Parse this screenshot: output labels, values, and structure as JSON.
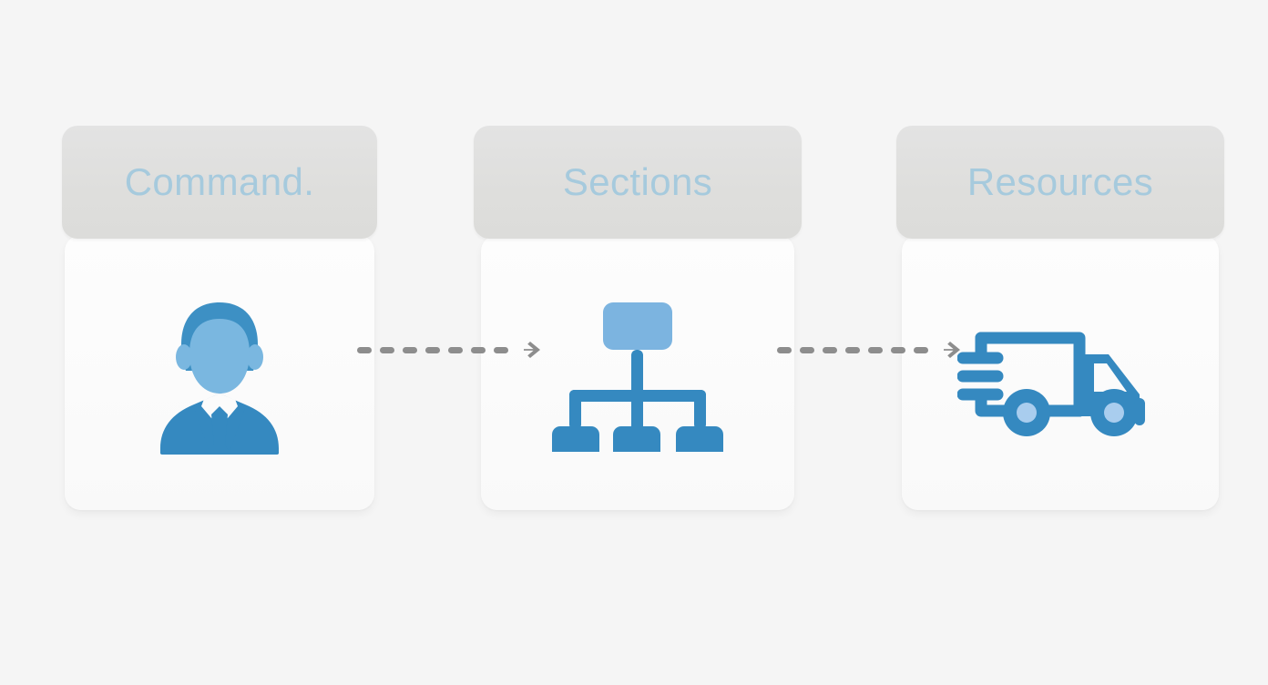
{
  "background_color": "#f5f5f5",
  "theme": {
    "header_bg": "#e1e1df",
    "body_bg": "#fbfbfb",
    "title_color": "#a6cadd",
    "icon_blue_dark": "#3589c0",
    "icon_blue_light": "#7cb4e0",
    "connector_gray": "#8d8d8d"
  },
  "cards": [
    {
      "id": "command",
      "title": "Command.",
      "icon": "businessman-person-icon",
      "icon_label": "Business person in suit with tie"
    },
    {
      "id": "sections",
      "title": "Sections",
      "icon": "hierarchy-org-chart-icon",
      "icon_label": "Org chart with one parent node and three child nodes"
    },
    {
      "id": "resources",
      "title": "Resources",
      "icon": "delivery-truck-icon",
      "icon_label": "Delivery truck with motion lines"
    }
  ],
  "connectors": [
    {
      "id": "command-to-sections",
      "icon": "dashed-arrow-right-icon",
      "dash_count": 7,
      "from": "command",
      "to": "sections"
    },
    {
      "id": "sections-to-resources",
      "icon": "dashed-arrow-right-icon",
      "dash_count": 7,
      "from": "sections",
      "to": "resources"
    }
  ]
}
